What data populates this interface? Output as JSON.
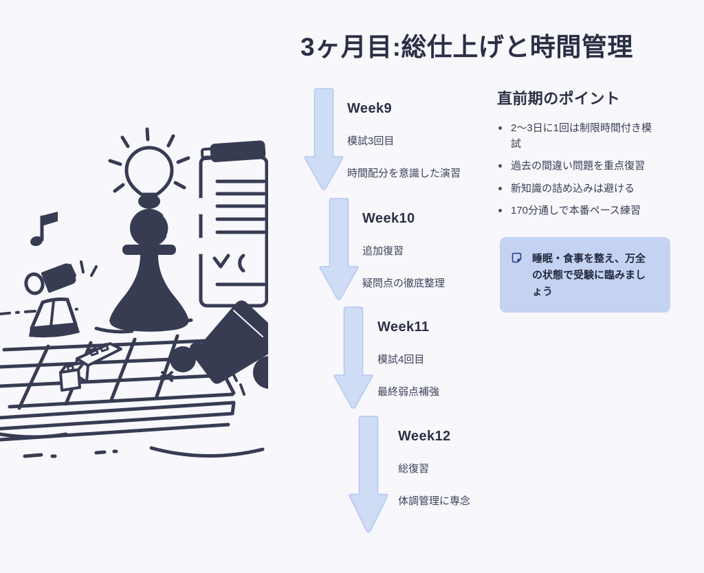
{
  "colors": {
    "background": "#f7f7fc",
    "ink": "#2b2f45",
    "body_text": "#3d4257",
    "arrow_fill": "#cfdcf6",
    "arrow_stroke": "#b6c6ef",
    "callout_bg": "#c4d3f2",
    "callout_icon": "#2c3f8f",
    "illustration_ink": "#373c52"
  },
  "title": "3ヶ月目:総仕上げと時間管理",
  "timeline": {
    "steps": [
      {
        "week": "Week9",
        "items": [
          "模試3回目",
          "時間配分を意識した演習"
        ]
      },
      {
        "week": "Week10",
        "items": [
          "追加復習",
          "疑問点の徹底整理"
        ]
      },
      {
        "week": "Week11",
        "items": [
          "模試4回目",
          "最終弱点補強"
        ]
      },
      {
        "week": "Week12",
        "items": [
          "総復習",
          "体調管理に専念"
        ]
      }
    ]
  },
  "points": {
    "heading": "直前期のポイント",
    "bullets": [
      "2〜3日に1回は制限時間付き模試",
      "過去の間違い問題を重点復習",
      "新知識の詰め込みは避ける",
      "170分通しで本番ペース練習"
    ],
    "callout_text": "睡眠・食事を整え、万全の状態で受験に臨みましょう"
  },
  "illustration": {
    "description": "hand-drawn chess pawn with idea lightbulb, singing robot, clipboard checklist, blocks and fallen bishop on a chessboard"
  }
}
